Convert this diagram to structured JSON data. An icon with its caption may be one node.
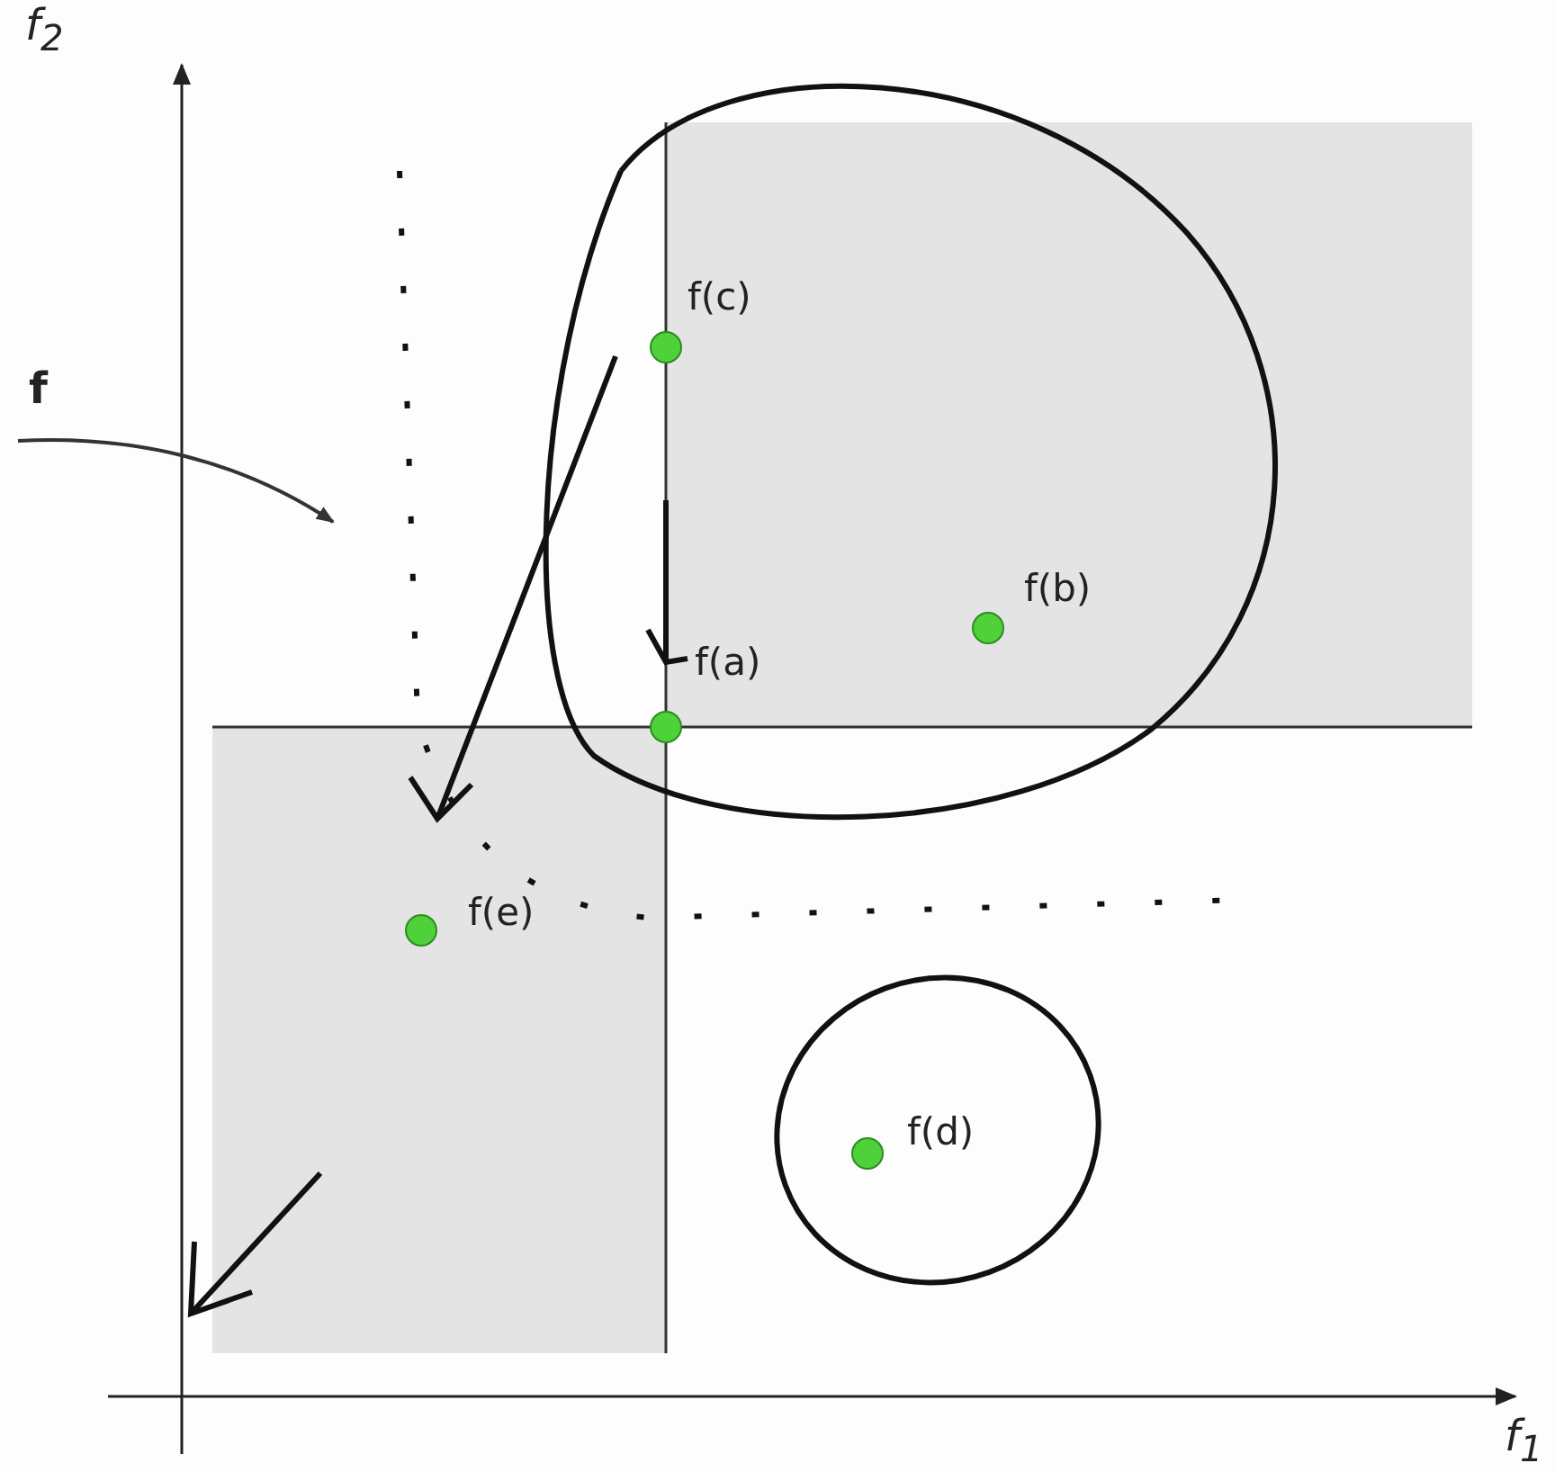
{
  "diagram": {
    "nodes": [
      {
        "text": [],
        "shape": "circle",
        "beside": [
          "f(c)"
        ]
      },
      {
        "text": [],
        "shape": "circle",
        "beside": [
          "f(b)"
        ]
      },
      {
        "text": [],
        "shape": "circle",
        "beside": [
          "f(a)"
        ]
      },
      {
        "text": [],
        "shape": "circle",
        "beside": [
          "f(e)"
        ]
      },
      {
        "text": [],
        "shape": "circle",
        "beside": [
          "f(d)"
        ]
      }
    ],
    "labels": [
      "f$_{2}$",
      "f",
      "f$_{1}$"
    ]
  }
}
